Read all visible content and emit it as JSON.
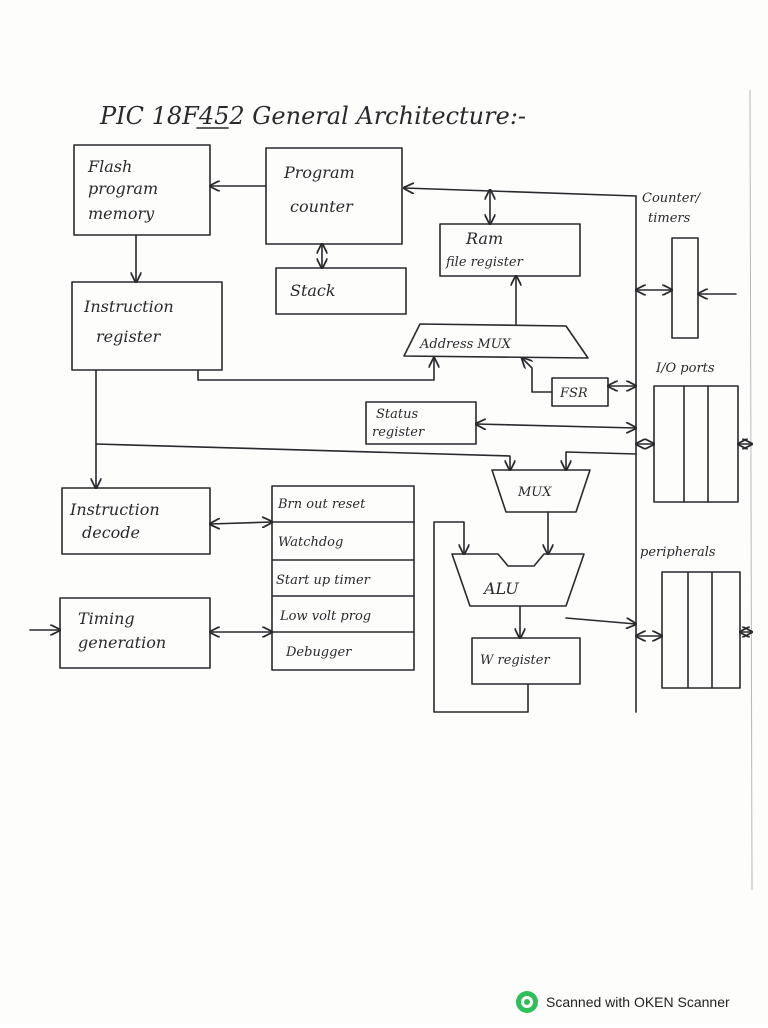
{
  "title": "PIC 18F452 General Architecture:-",
  "blocks": {
    "flash": [
      "Flash",
      "program",
      "memory"
    ],
    "pc": [
      "Program",
      "counter"
    ],
    "ram": [
      "Ram",
      "file register"
    ],
    "stack": "Stack",
    "ir": [
      "Instruction",
      "register"
    ],
    "addr_mux": "Address MUX",
    "fsr": "FSR",
    "status": [
      "Status",
      "register"
    ],
    "mux": "MUX",
    "decode": [
      "Instruction",
      "decode"
    ],
    "timing": [
      "Timing",
      "generation"
    ],
    "alu": "ALU",
    "w": "W register",
    "misc": [
      "Brn out reset",
      "Watchdog",
      "Start up timer",
      "Low volt prog",
      "Debugger"
    ]
  },
  "side_labels": {
    "counters": [
      "Counter/",
      "timers"
    ],
    "io": "I/O ports",
    "peripherals": "peripherals"
  },
  "footer": {
    "text": "Scanned with OKEN Scanner"
  }
}
